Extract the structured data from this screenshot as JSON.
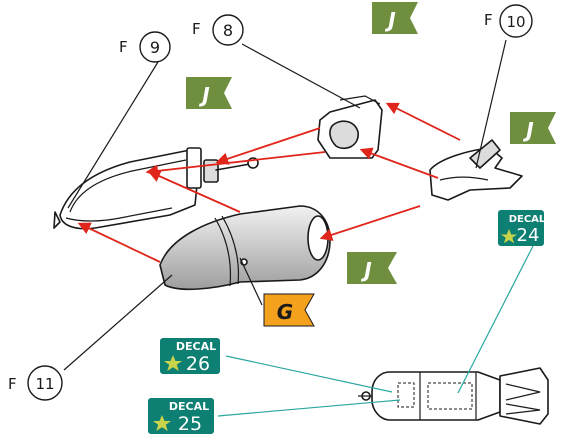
{
  "callouts": [
    {
      "prefix": "F",
      "number": "9"
    },
    {
      "prefix": "F",
      "number": "8"
    },
    {
      "prefix": "F",
      "number": "10"
    },
    {
      "prefix": "F",
      "number": "11"
    }
  ],
  "flags": [
    {
      "letter": "J",
      "color": "#6f8f3f"
    },
    {
      "letter": "J",
      "color": "#6f8f3f"
    },
    {
      "letter": "J",
      "color": "#6f8f3f"
    },
    {
      "letter": "J",
      "color": "#6f8f3f"
    },
    {
      "letter": "G",
      "color": "#f4a11d"
    }
  ],
  "decals": [
    {
      "label": "DECAL",
      "number": "24",
      "color": "#0e7f73"
    },
    {
      "label": "DECAL",
      "number": "26",
      "color": "#0e7f73"
    },
    {
      "label": "DECAL",
      "number": "25",
      "color": "#0e7f73"
    }
  ],
  "colors": {
    "arrow": "#e0261b",
    "decal_star": "#c9d44a",
    "decal_leader": "#2aa7a0"
  }
}
